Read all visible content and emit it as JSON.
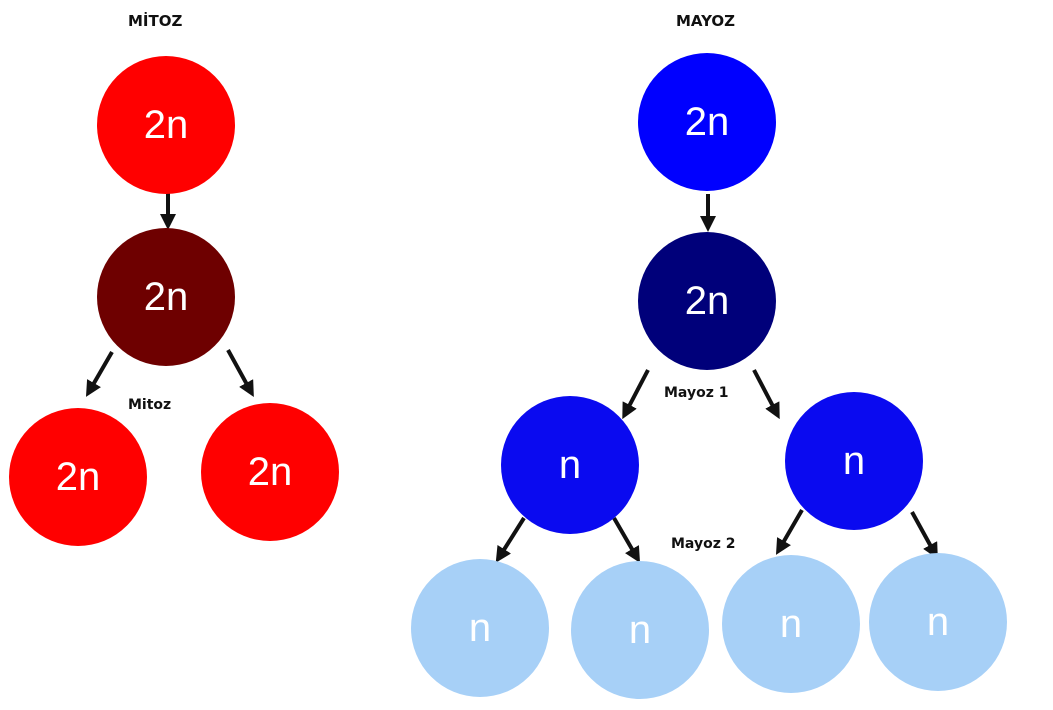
{
  "titles": {
    "mitosis": "MİTOZ",
    "meiosis": "MAYOZ"
  },
  "labels": {
    "mitosis": "Mitoz",
    "meiosis1": "Mayoz 1",
    "meiosis2": "Mayoz 2"
  },
  "colors": {
    "mitosis_parent": "#ff0000",
    "mitosis_dividing": "#6e0000",
    "mitosis_daughter": "#ff0000",
    "meiosis_parent": "#0000ff",
    "meiosis_dividing": "#00007a",
    "meiosis1_daughter": "#0a0af0",
    "meiosis2_daughter": "#a7d0f7",
    "arrow": "#111111"
  },
  "cells": {
    "mitosis": {
      "parent": "2n",
      "dividing": "2n",
      "daughter_left": "2n",
      "daughter_right": "2n"
    },
    "meiosis": {
      "parent": "2n",
      "dividing": "2n",
      "m1_left": "n",
      "m1_right": "n",
      "m2_1": "n",
      "m2_2": "n",
      "m2_3": "n",
      "m2_4": "n"
    }
  }
}
